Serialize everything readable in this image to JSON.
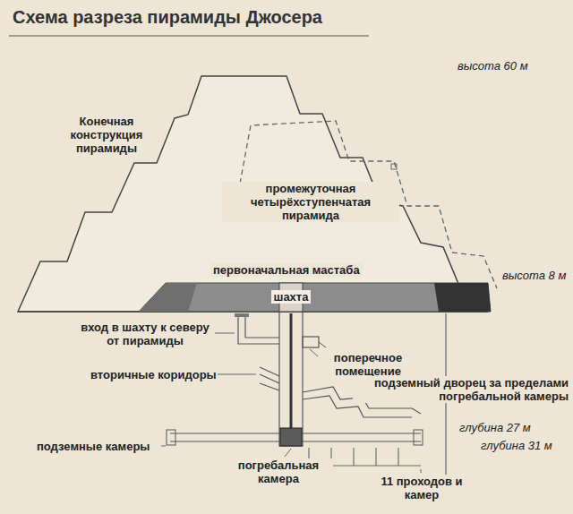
{
  "diagram": {
    "title": "Схема разреза пирамиды Джосера",
    "nodes": [
      {
        "text": [
          "первоначальная мастаба",
          "шахта"
        ]
      }
    ],
    "labels": [
      "высота 60 м",
      "Конечная конструкция пирамиды",
      "промежуточная четырёхступенчатая пирамида",
      "высота 8 м",
      "вход в шахту к северу от пирамиды",
      "поперечное помещение",
      "вторичные коридоры",
      "подземный дворец за пределами погребальной камеры",
      "глубина 27 м",
      "глубина 31 м",
      "подземные камеры",
      "погребальная камера",
      "11 проходов и камер"
    ]
  }
}
